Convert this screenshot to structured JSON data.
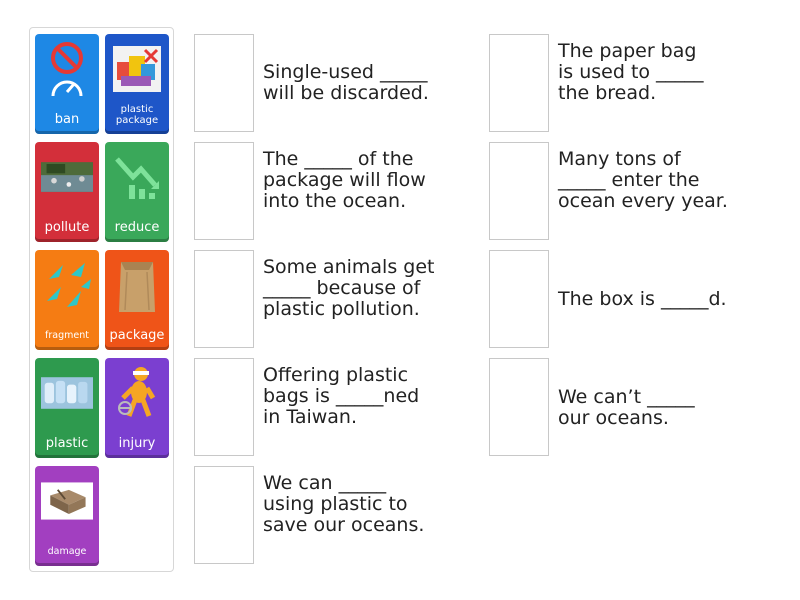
{
  "tiles": [
    {
      "label": "ban",
      "icon": "ban-icon",
      "color": "#1e88e5"
    },
    {
      "label": "plastic package",
      "icon": "plastic-package-icon",
      "color": "#1e56c8"
    },
    {
      "label": "pollute",
      "icon": "polluted-river-icon",
      "color": "#d32f3a"
    },
    {
      "label": "reduce",
      "icon": "reduce-chart-icon",
      "color": "#3aa85a"
    },
    {
      "label": "fragment",
      "icon": "fragment-icon",
      "color": "#f57c13"
    },
    {
      "label": "package",
      "icon": "paper-bag-icon",
      "color": "#ef5418"
    },
    {
      "label": "plastic",
      "icon": "plastic-bottles-icon",
      "color": "#2e9a4e"
    },
    {
      "label": "injury",
      "icon": "injury-figure-icon",
      "color": "#7b3fd0"
    },
    {
      "label": "damage",
      "icon": "damaged-box-icon",
      "color": "#a23fc0"
    }
  ],
  "sentences": [
    {
      "lines": [
        "Single-used _____",
        "will be discarded."
      ]
    },
    {
      "lines": [
        "The paper bag",
        "is used to _____",
        "the bread."
      ]
    },
    {
      "lines": [
        "The _____ of the",
        "package will flow",
        "into the ocean."
      ]
    },
    {
      "lines": [
        "Many tons of",
        "_____ enter the",
        "ocean every year."
      ]
    },
    {
      "lines": [
        "Some animals get",
        "_____ because of",
        "plastic pollution."
      ]
    },
    {
      "lines": [
        "The box is _____d."
      ]
    },
    {
      "lines": [
        "Offering plastic",
        "bags is _____ned",
        "in Taiwan."
      ]
    },
    {
      "lines": [
        "We can’t _____",
        "our oceans."
      ]
    },
    {
      "lines": [
        "We can _____",
        "using plastic to",
        "save our oceans."
      ]
    }
  ]
}
